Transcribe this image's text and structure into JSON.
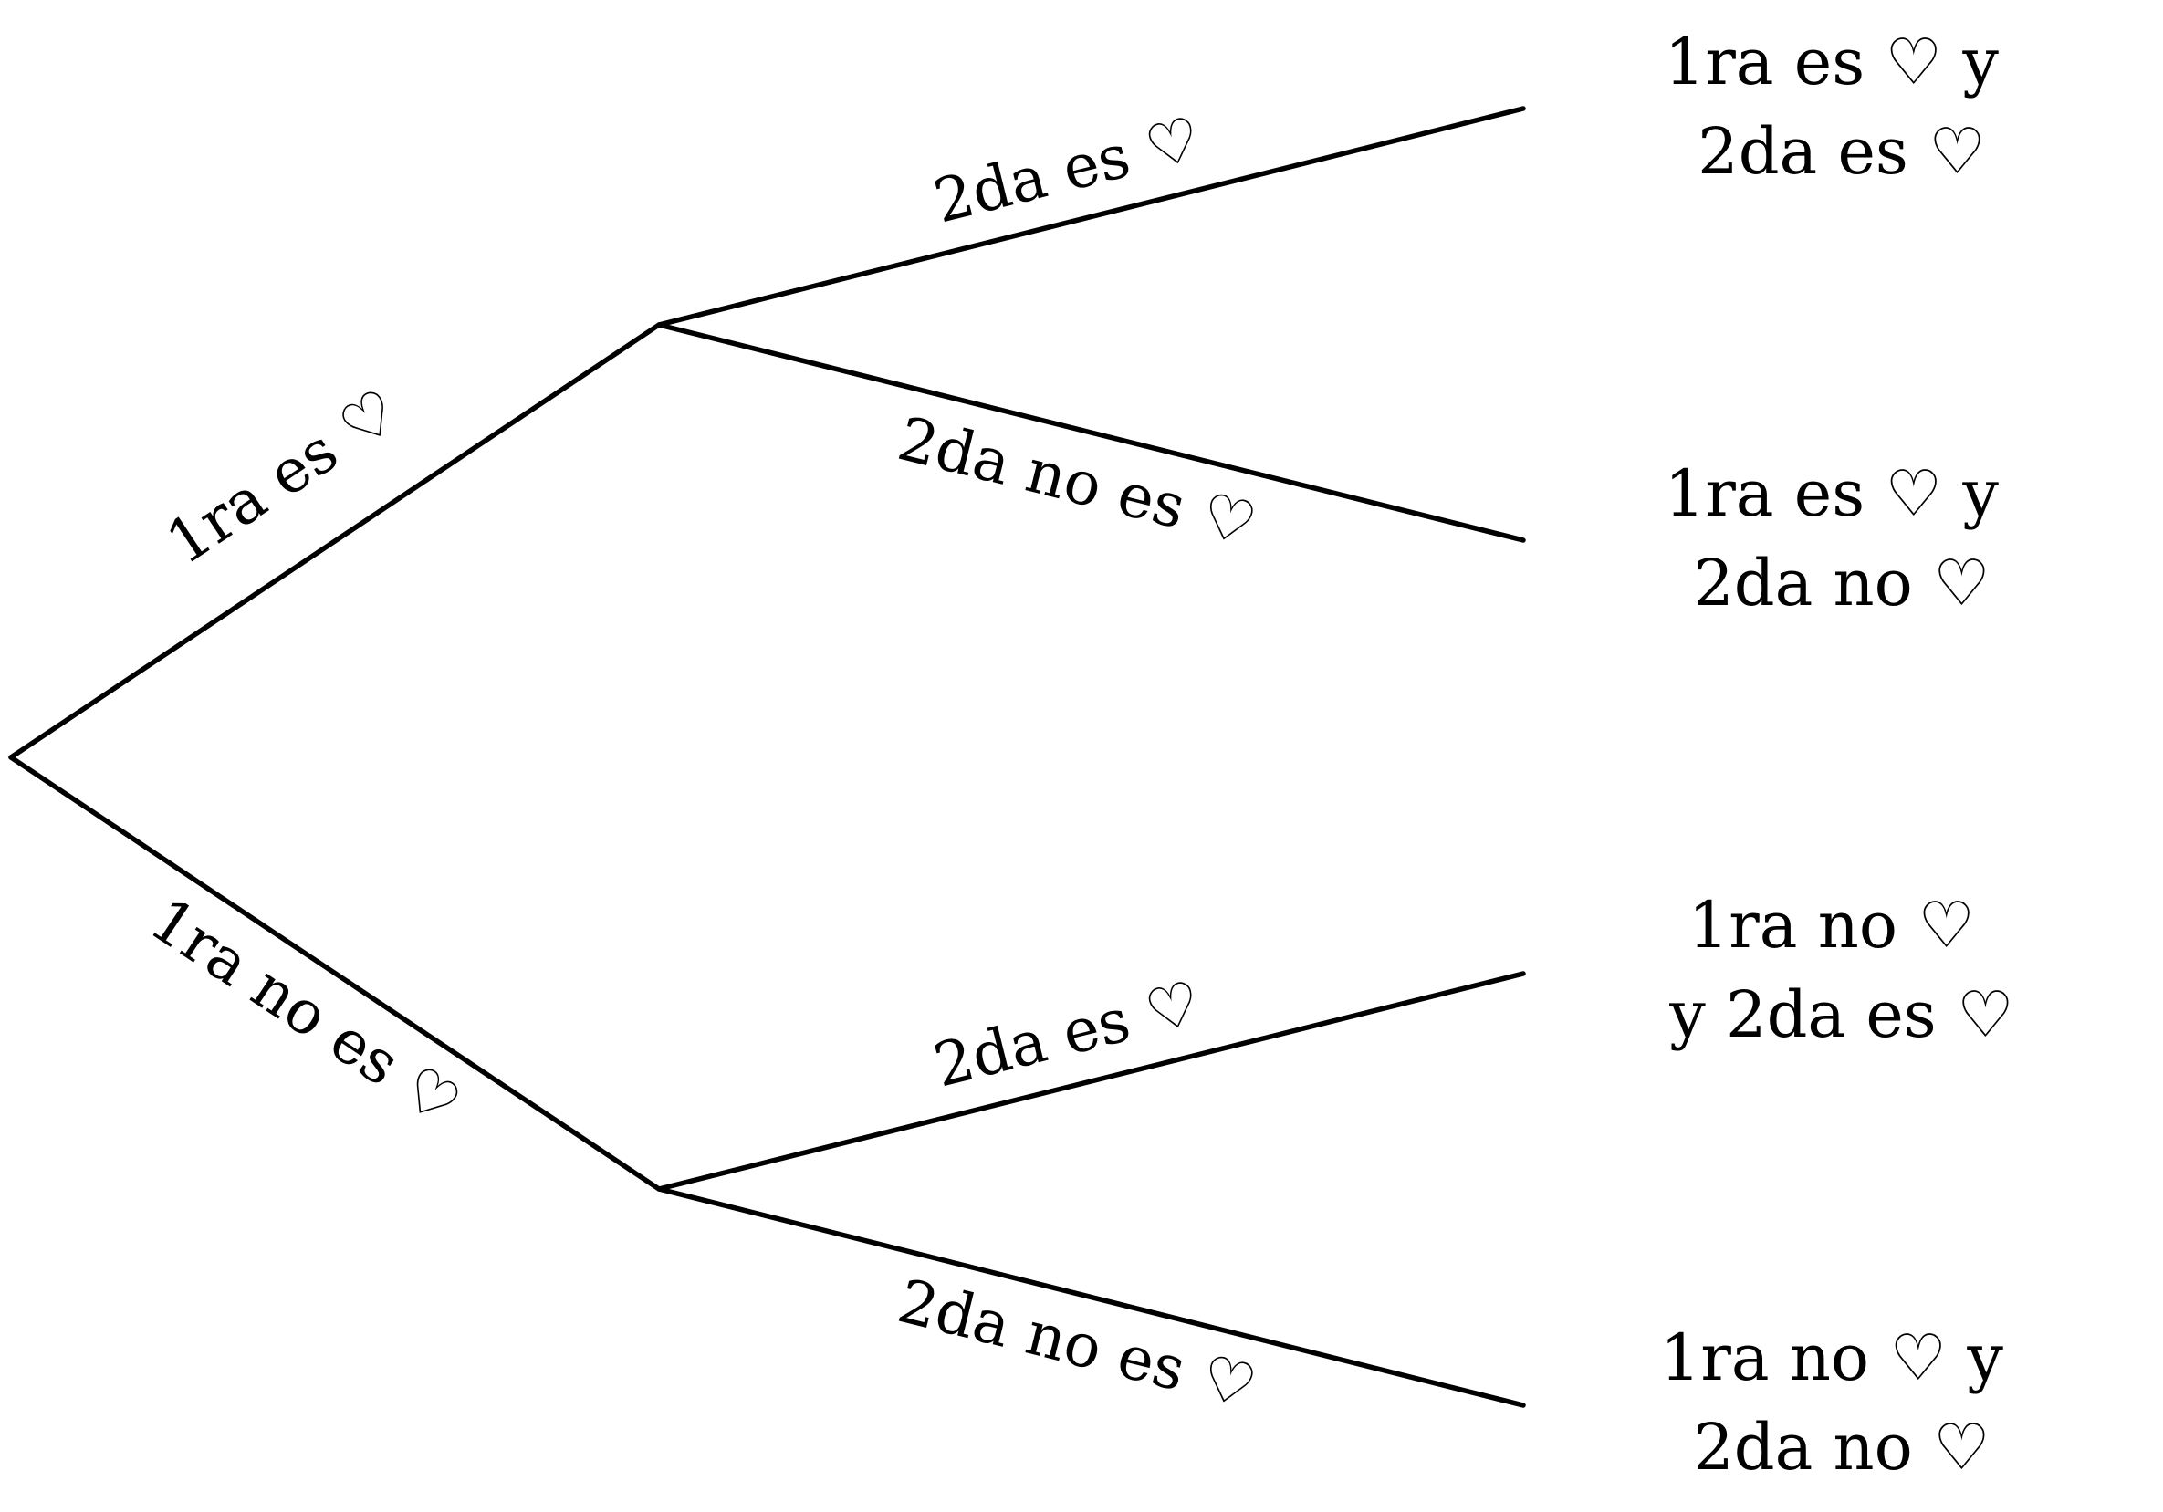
{
  "branches": {
    "first_heart": "1ra es ♡",
    "first_not_heart": "1ra no es ♡",
    "upper_second_heart": "2da es ♡",
    "upper_second_not_heart": "2da no es ♡",
    "lower_second_heart": "2da es ♡",
    "lower_second_not_heart": "2da no es ♡"
  },
  "outcomes": [
    {
      "line1": "1ra es ♡ y",
      "line2": "2da es ♡"
    },
    {
      "line1": "1ra es ♡ y",
      "line2": "2da no ♡"
    },
    {
      "line1": "1ra no ♡",
      "line2": "y 2da es ♡"
    },
    {
      "line1": "1ra no ♡ y",
      "line2": "2da no ♡"
    }
  ]
}
